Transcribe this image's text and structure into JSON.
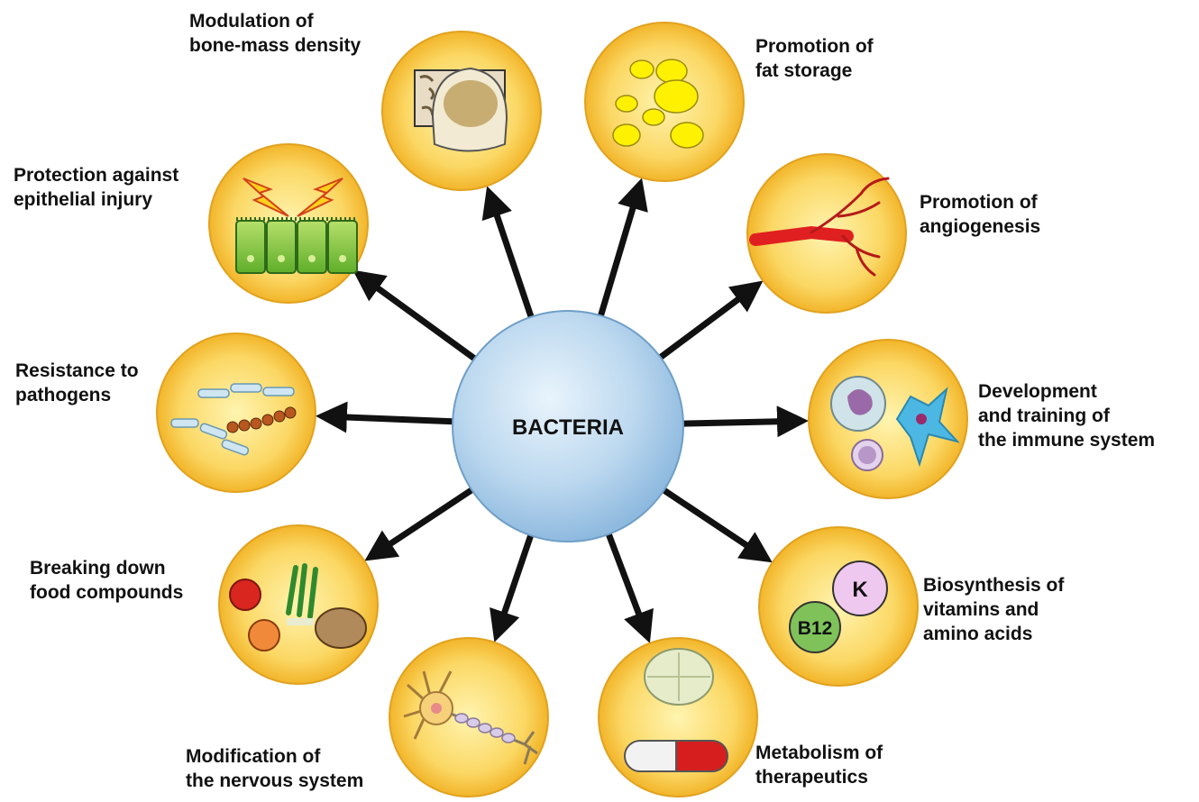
{
  "center": {
    "label": "BACTERIA"
  },
  "colors": {
    "node_fill_inner": "#fff4b0",
    "node_fill_outer": "#f2b52a",
    "center_fill_inner": "#e9f4fc",
    "center_fill_outer": "#8fbadf",
    "arrow": "#111111"
  },
  "effects": [
    {
      "id": "bone",
      "icon": "bone-cross-section-icon",
      "lines": [
        "Modulation of",
        "bone-mass density"
      ]
    },
    {
      "id": "fat",
      "icon": "fat-droplets-icon",
      "lines": [
        "Promotion of",
        "fat storage"
      ]
    },
    {
      "id": "angio",
      "icon": "blood-vessel-icon",
      "lines": [
        "Promotion of",
        "angiogenesis"
      ]
    },
    {
      "id": "immune",
      "icon": "immune-cells-icon",
      "lines": [
        "Development",
        "and training of",
        "the immune system"
      ]
    },
    {
      "id": "vitamins",
      "icon": "vitamin-spheres-icon",
      "lines": [
        "Biosynthesis of",
        "vitamins and",
        "amino acids"
      ],
      "vitamin_labels": [
        "K",
        "B12"
      ]
    },
    {
      "id": "therapeutics",
      "icon": "pill-capsule-icon",
      "lines": [
        "Metabolism of",
        "therapeutics"
      ]
    },
    {
      "id": "nervous",
      "icon": "neuron-icon",
      "lines": [
        "Modification of",
        "the nervous system"
      ]
    },
    {
      "id": "food",
      "icon": "food-items-icon",
      "lines": [
        "Breaking down",
        "food compounds"
      ]
    },
    {
      "id": "pathogens",
      "icon": "bacteria-chain-icon",
      "lines": [
        "Resistance to",
        "pathogens"
      ]
    },
    {
      "id": "epithelial",
      "icon": "epithelial-cells-icon",
      "lines": [
        "Protection against",
        "epithelial injury"
      ]
    }
  ]
}
